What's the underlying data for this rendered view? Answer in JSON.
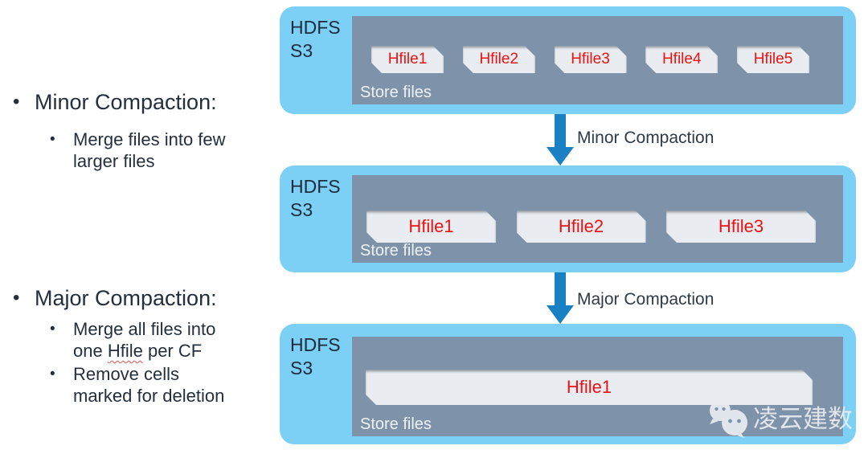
{
  "notes": [
    {
      "title": "Minor Compaction:",
      "items": [
        {
          "line1": "Merge files into few",
          "line2": "larger files"
        }
      ]
    },
    {
      "title": "Major Compaction:",
      "items": [
        {
          "line1": "Merge all files into",
          "line2_pre": "one ",
          "line2_word": "Hfile",
          "line2_post": " per CF"
        },
        {
          "line1": "Remove cells",
          "line2": "marked for deletion"
        }
      ]
    }
  ],
  "panels": [
    {
      "env_line1": "HDFS",
      "env_line2": "S3",
      "store_label": "Store files",
      "files": [
        "Hfile1",
        "Hfile2",
        "Hfile3",
        "Hfile4",
        "Hfile5"
      ]
    },
    {
      "env_line1": "HDFS",
      "env_line2": "S3",
      "store_label": "Store files",
      "files": [
        "Hfile1",
        "Hfile2",
        "Hfile3"
      ]
    },
    {
      "env_line1": "HDFS",
      "env_line2": "S3",
      "store_label": "Store files",
      "files": [
        "Hfile1"
      ]
    }
  ],
  "arrows": [
    {
      "label": "Minor Compaction"
    },
    {
      "label": "Major Compaction"
    }
  ],
  "watermark": {
    "text": "凌云建数",
    "icon": "wechat-icon"
  },
  "colors": {
    "panel_blue": "#7cd0f6",
    "store_gray": "#7e93a9",
    "file_bg": "#e9edf1",
    "file_red": "#ee1111",
    "arrow_blue": "#1a80c4",
    "note_text": "#232f3e",
    "env_text": "#1c2b3b",
    "store_label": "#eef2f6",
    "wm_text": "#e7ecf1"
  }
}
